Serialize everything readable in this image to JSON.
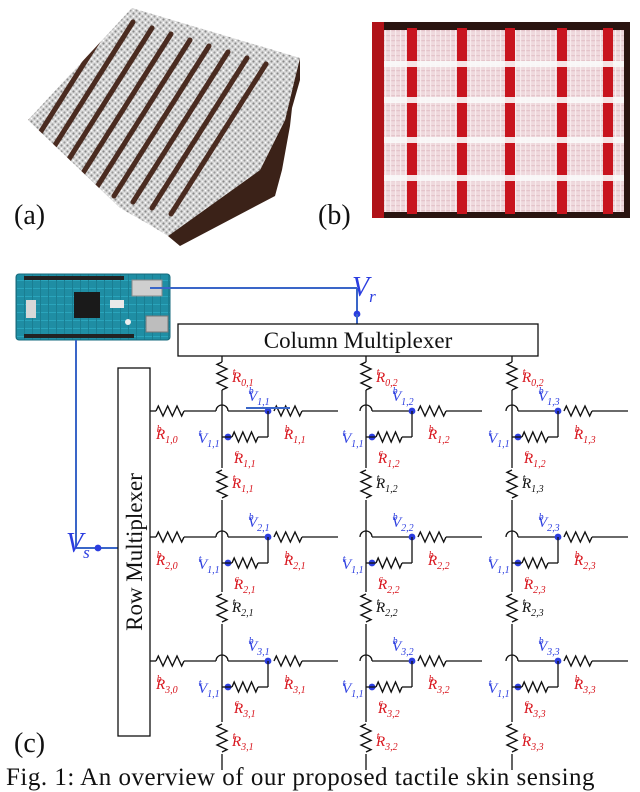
{
  "panel_labels": {
    "a": "(a)",
    "b": "(b)",
    "c": "(c)"
  },
  "column_mux_label": "Column Multiplexer",
  "row_mux_label": "Row Multiplexer",
  "vr_label": {
    "main": "V",
    "sub": "r"
  },
  "vs_label": {
    "main": "V",
    "sub": "s"
  },
  "caption": "Fig. 1: An overview of our proposed tactile skin sensing",
  "colors": {
    "node_blue": "#2b3de0",
    "resistor_red": "#d8141c",
    "wire_blue": "#3a66c8",
    "fabric_stripe_brown": "#4a2b20",
    "photo_stripe_red": "#c8141e"
  },
  "column_top_resistors": [
    {
      "main": "R",
      "sup": "t",
      "sub": "0,1",
      "color": "#d8141c"
    },
    {
      "main": "R",
      "sup": "t",
      "sub": "0,2",
      "color": "#d8141c"
    },
    {
      "main": "R",
      "sup": "t",
      "sub": "0,2",
      "color": "#d8141c"
    }
  ],
  "rows": [
    {
      "left_resistor": {
        "main": "R",
        "sup": "b",
        "sub": "1,0"
      },
      "cells": [
        {
          "vb": "1,1",
          "vt": "1,1",
          "rb": "1,1",
          "rc": "1,1"
        },
        {
          "vb": "1,2",
          "vt": "1,1",
          "rb": "1,2",
          "rc": "1,2"
        },
        {
          "vb": "1,3",
          "vt": "1,1",
          "rb": "1,3",
          "rc": "1,2"
        }
      ]
    },
    {
      "left_resistor": {
        "main": "R",
        "sup": "b",
        "sub": "2,0"
      },
      "cells": [
        {
          "vb": "2,1",
          "vt": "1,1",
          "rb": "2,1",
          "rc": "2,1"
        },
        {
          "vb": "2,2",
          "vt": "1,1",
          "rb": "2,2",
          "rc": "2,2"
        },
        {
          "vb": "2,3",
          "vt": "1,1",
          "rb": "2,3",
          "rc": "2,3"
        }
      ]
    },
    {
      "left_resistor": {
        "main": "R",
        "sup": "b",
        "sub": "3,0"
      },
      "cells": [
        {
          "vb": "3,1",
          "vt": "1,1",
          "rb": "3,1",
          "rc": "3,1"
        },
        {
          "vb": "3,2",
          "vt": "1,1",
          "rb": "3,2",
          "rc": "3,2"
        },
        {
          "vb": "3,3",
          "vt": "1,1",
          "rb": "3,3",
          "rc": "3,3"
        }
      ]
    }
  ],
  "between_resistors": [
    [
      {
        "main": "R",
        "sup": "t",
        "sub": "1,1",
        "color": "#d8141c"
      },
      {
        "main": "R",
        "sup": "t",
        "sub": "1,2",
        "color": "#111111"
      },
      {
        "main": "R",
        "sup": "t",
        "sub": "1,3",
        "color": "#111111"
      }
    ],
    [
      {
        "main": "R",
        "sup": "t",
        "sub": "2,1",
        "color": "#111111"
      },
      {
        "main": "R",
        "sup": "t",
        "sub": "2,2",
        "color": "#111111"
      },
      {
        "main": "R",
        "sup": "t",
        "sub": "2,3",
        "color": "#111111"
      }
    ]
  ],
  "bottom_resistors": [
    {
      "main": "R",
      "sup": "t",
      "sub": "3,1",
      "color": "#d8141c"
    },
    {
      "main": "R",
      "sup": "t",
      "sub": "3,2",
      "color": "#d8141c"
    },
    {
      "main": "R",
      "sup": "t",
      "sub": "3,3",
      "color": "#d8141c"
    }
  ]
}
